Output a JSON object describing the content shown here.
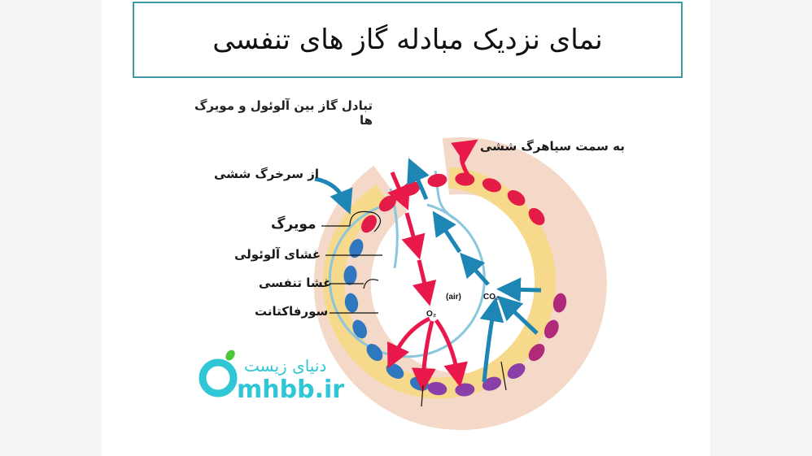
{
  "title": "نمای نزدیک مبادله گاز  های تنفسی",
  "subtitle": "تبادل گاز بین آلوئول و مویرگ ها",
  "labels": {
    "to_vein": "به سمت سیاهرگ ششی",
    "from_artery": "از سرخرگ ششی",
    "capillary": "مویرگ",
    "alveolar_membrane": "غشای آلوئولی",
    "respiratory_membrane": "غشا تنفسی",
    "surfactant": "سورفاکتانت",
    "air": "(air)",
    "o2": "O₂",
    "co2": "CO₂"
  },
  "logo": {
    "line1": "دنیای زیست",
    "line2": "mhbb.ir"
  },
  "colors": {
    "title_border": "#3c9aa6",
    "oxygen_arrow": "#e8194a",
    "co2_arrow": "#1e86b4",
    "logo": "#2fc6d6"
  }
}
